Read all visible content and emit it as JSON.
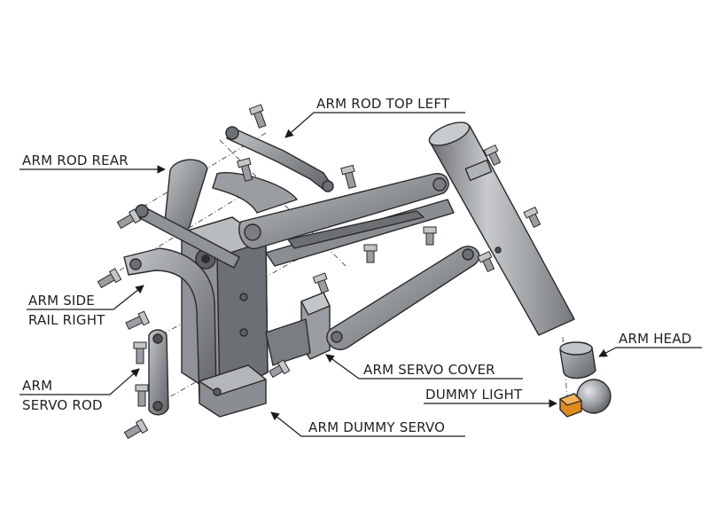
{
  "diagram": {
    "labels": {
      "arm_rod_top_left": "ARM ROD TOP LEFT",
      "arm_rod_rear": "ARM ROD REAR",
      "arm_side_rail_right_line1": "ARM SIDE",
      "arm_side_rail_right_line2": "RAIL RIGHT",
      "arm_servo_rod_line1": "ARM",
      "arm_servo_rod_line2": "SERVO ROD",
      "arm_servo_cover": "ARM SERVO COVER",
      "arm_head": "ARM HEAD",
      "dummy_light": "DUMMY LIGHT",
      "arm_dummy_servo": "ARM DUMMY SERVO"
    },
    "colors": {
      "part_fill": "#8f9296",
      "part_light": "#b9bcbf",
      "part_dark": "#5c5f63",
      "light_orange": "#e08a1e",
      "text": "#222222"
    }
  }
}
